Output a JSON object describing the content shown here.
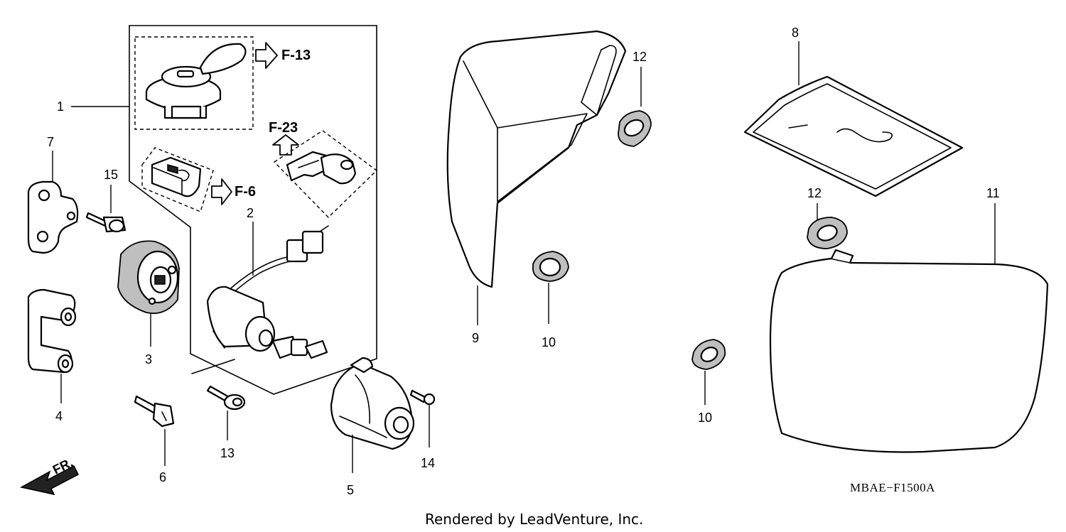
{
  "callouts": {
    "n1": "1",
    "n2": "2",
    "n3": "3",
    "n4": "4",
    "n5": "5",
    "n6": "6",
    "n7": "7",
    "n8": "8",
    "n9": "9",
    "n10a": "10",
    "n10b": "10",
    "n11": "11",
    "n12a": "12",
    "n12b": "12",
    "n13": "13",
    "n14": "14",
    "n15": "15"
  },
  "references": {
    "f13": "F-13",
    "f23": "F-23",
    "f6": "F-6"
  },
  "direction": "FR.",
  "diagram_code": "MBAE−F1500A",
  "credit": "Rendered by LeadVenture, Inc."
}
